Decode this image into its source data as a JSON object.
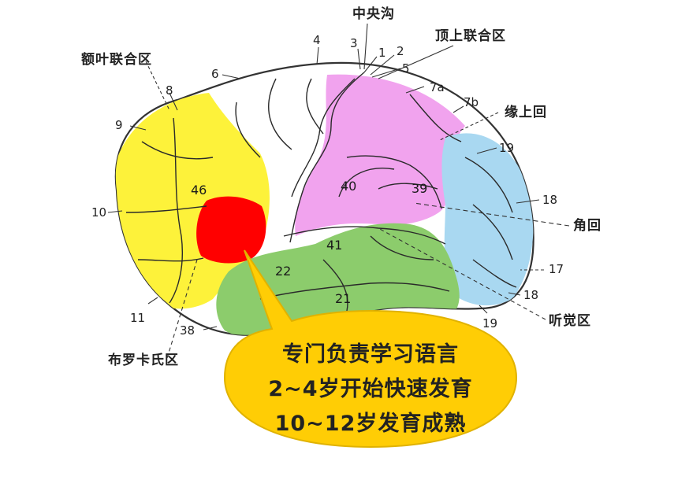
{
  "regions": {
    "central_sulcus": "中央沟",
    "frontal_association": "额叶联合区",
    "parietal_association": "顶上联合区",
    "supramarginal_gyrus": "缘上回",
    "angular_gyrus": "角回",
    "auditory_area": "听觉区",
    "broca_area": "布罗卡氏区"
  },
  "area_numbers": {
    "n4": "4",
    "n3": "3",
    "n1": "1",
    "n2": "2",
    "n5": "5",
    "n7a": "7a",
    "n7b": "7b",
    "n6": "6",
    "n8": "8",
    "n9": "9",
    "n10": "10",
    "n46": "46",
    "n11": "11",
    "n38": "38",
    "n19_top": "19",
    "n18_mid": "18",
    "n17": "17",
    "n18_low": "18",
    "n19_low": "19",
    "n40": "40",
    "n39": "39",
    "n41": "41",
    "n22": "22",
    "n21": "21"
  },
  "callout": {
    "line1": "专门负责学习语言",
    "line2": "2~4岁开始快速发育",
    "line3": "10~12岁发育成熟"
  },
  "colors": {
    "frontal": "#fdf23a",
    "parietal": "#f1a3ee",
    "occipital": "#a9d8f1",
    "temporal": "#8ccc6c",
    "broca": "#ff0000",
    "callout_fill": "#ffcd05",
    "callout_stroke": "#e0b200"
  }
}
